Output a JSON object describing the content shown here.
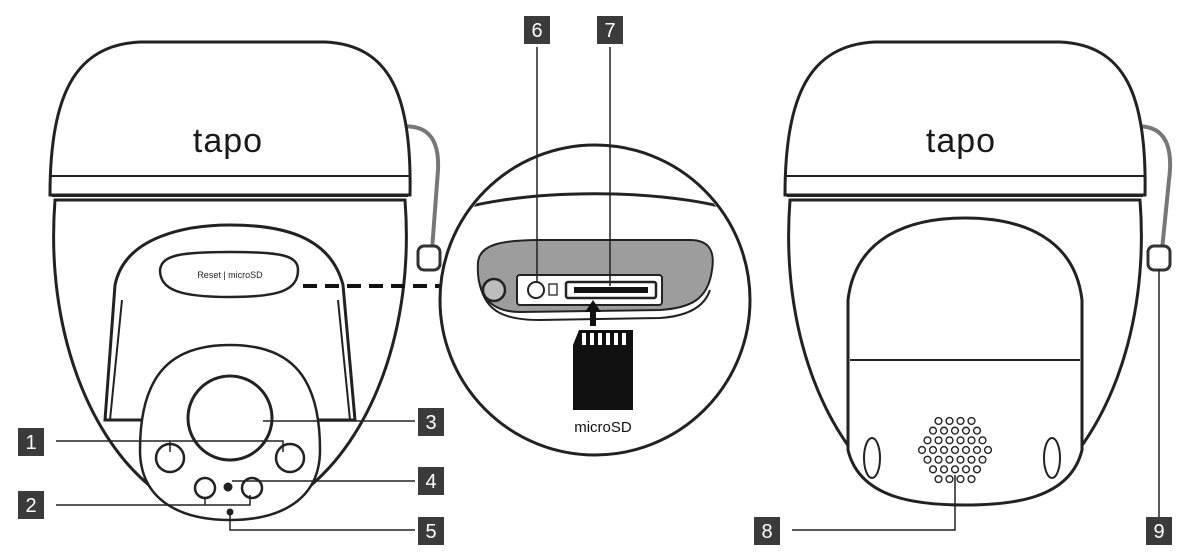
{
  "brand_text": "tapo",
  "front_label": "Reset | microSD",
  "sd_card_label": "microSD",
  "callouts": [
    "1",
    "2",
    "3",
    "4",
    "5",
    "6",
    "7",
    "8",
    "9"
  ],
  "colors": {
    "callout_bg": "#3b3b3b",
    "body_fill": "#ffffff",
    "outline": "#222222",
    "dark_fill": "#111111"
  }
}
